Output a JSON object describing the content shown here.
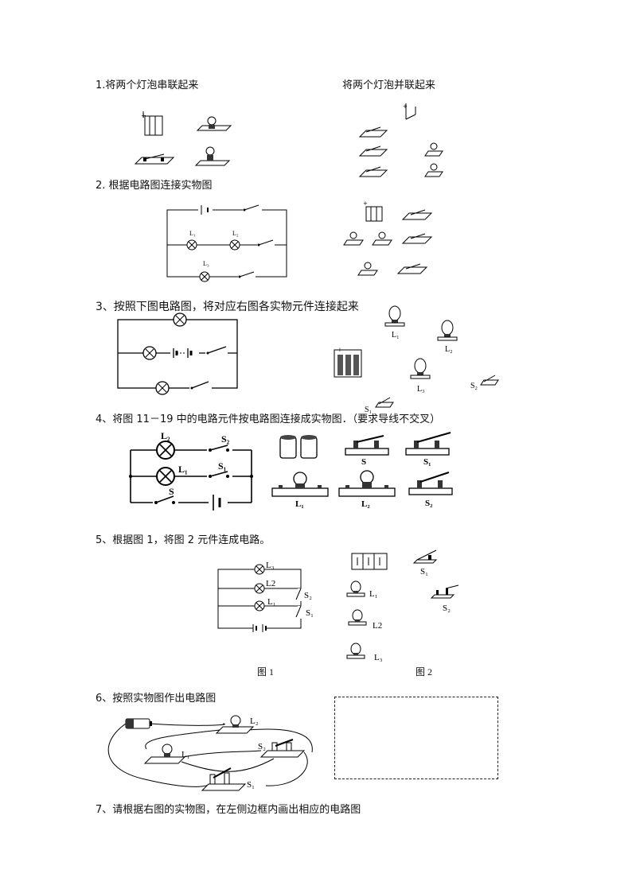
{
  "q1": {
    "series_title": "1.将两个灯泡串联起来",
    "parallel_title": "将两个灯泡并联起来"
  },
  "q2": {
    "title": "2. 根据电路图连接实物图",
    "labels": {
      "l1": "L₁",
      "l2": "L₂",
      "l3": "L₃"
    }
  },
  "q3": {
    "title": "3、按照下图电路图，将对应右图各实物元件连接起来",
    "labels": {
      "l1": "L₁",
      "l2": "L₂",
      "l3": "L₃",
      "s1": "S₁",
      "s2": "S₂"
    }
  },
  "q4": {
    "title": "4、将图 11－19 中的电路元件按电路图连接成实物图．（要求导线不交叉）",
    "labels": {
      "l1": "L₁",
      "l2": "L₂",
      "s": "S",
      "s1": "S₁",
      "s2": "S₂"
    }
  },
  "q5": {
    "title": "5、根据图 1，将图 2 元件连成电路。",
    "labels": {
      "l1": "L₁",
      "l2": "L2",
      "l3": "L₃",
      "s1": "S₁",
      "s2": "S₂"
    },
    "fig1_caption": "图 1",
    "fig2_caption": "图 2"
  },
  "q6": {
    "title": "6、按照实物图作出电路图",
    "labels": {
      "l1": "L₁",
      "l2": "L₂",
      "s1": "S₁",
      "s2": "S₂"
    }
  },
  "q7": {
    "title": "7、请根据右图的实物图，在左侧边框内画出相应的电路图"
  }
}
